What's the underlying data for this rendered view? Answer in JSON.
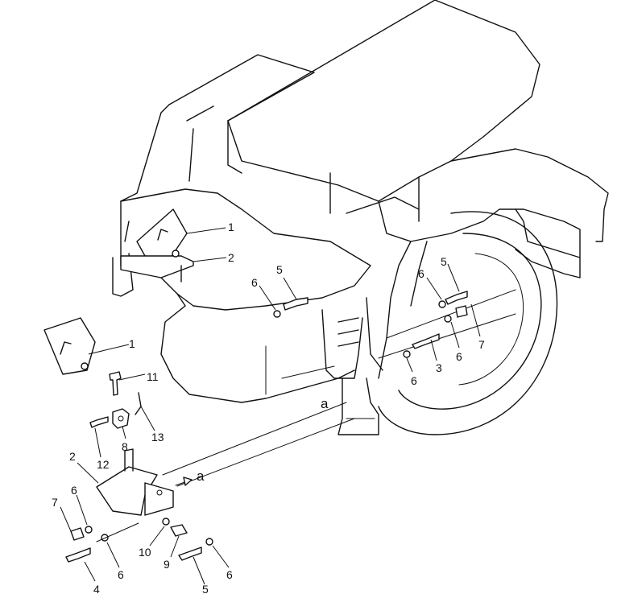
{
  "callouts": {
    "c1_top": "1",
    "c2_top": "2",
    "c5_mid": "5",
    "c6_mid": "6",
    "c5_right": "5",
    "c6_right_a": "6",
    "c6_right_b": "6",
    "c7_right": "7",
    "c3_right": "3",
    "c6_right_c": "6",
    "c1_left": "1",
    "c11": "11",
    "c8": "8",
    "c13": "13",
    "c12": "12",
    "c2_bottom": "2",
    "c7_bottom": "7",
    "c6_bottom_a": "6",
    "c4": "4",
    "c6_bottom_b": "6",
    "c10": "10",
    "c9": "9",
    "c5_bottom": "5",
    "c6_bottom_c": "6"
  },
  "view_markers": {
    "a_arrow": "a",
    "a_ref": "a"
  }
}
